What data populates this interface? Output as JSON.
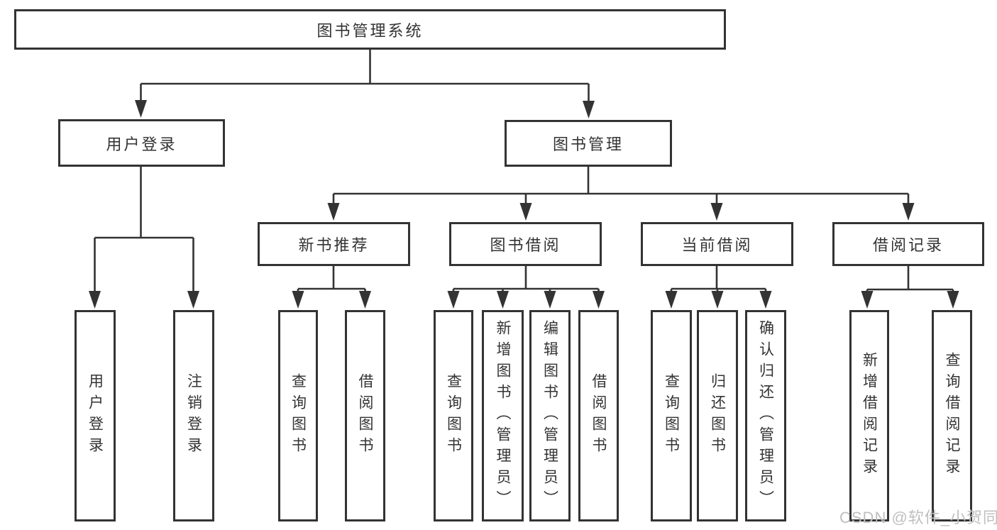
{
  "diagram": {
    "root": {
      "label": "图书管理系统"
    },
    "branches": [
      {
        "label": "用户登录",
        "children": [
          "用户登录",
          "注销登录"
        ]
      },
      {
        "label": "图书管理",
        "children_groups": [
          {
            "label": "新书推荐",
            "children": [
              "查询图书",
              "借阅图书"
            ]
          },
          {
            "label": "图书借阅",
            "children": [
              "查询图书",
              "新增图书（管理员）",
              "编辑图书（管理员）",
              "借阅图书"
            ]
          },
          {
            "label": "当前借阅",
            "children": [
              "查询图书",
              "归还图书",
              "确认归还（管理员）"
            ]
          },
          {
            "label": "借阅记录",
            "children": [
              "新增借阅记录",
              "查询借阅记录"
            ]
          }
        ]
      }
    ]
  },
  "watermark": {
    "text": "CSDN @软件_小贺同学"
  },
  "colors": {
    "line": "#333333",
    "text": "#333333",
    "watermark": "#bfbfbf",
    "background": "#ffffff"
  }
}
